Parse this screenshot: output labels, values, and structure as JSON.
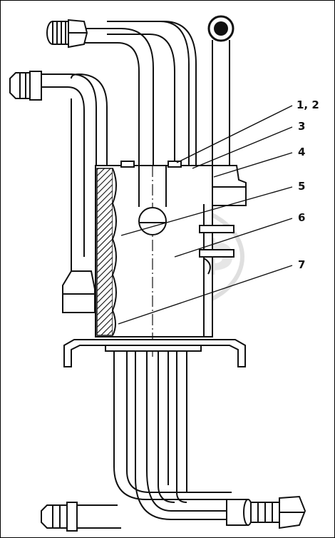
{
  "diagram": {
    "callouts": [
      {
        "id": "c12",
        "label": "1, 2"
      },
      {
        "id": "c3",
        "label": "3"
      },
      {
        "id": "c4",
        "label": "4"
      },
      {
        "id": "c5",
        "label": "5"
      },
      {
        "id": "c6",
        "label": "6"
      },
      {
        "id": "c7",
        "label": "7"
      }
    ],
    "watermark": "ЭПФ"
  }
}
